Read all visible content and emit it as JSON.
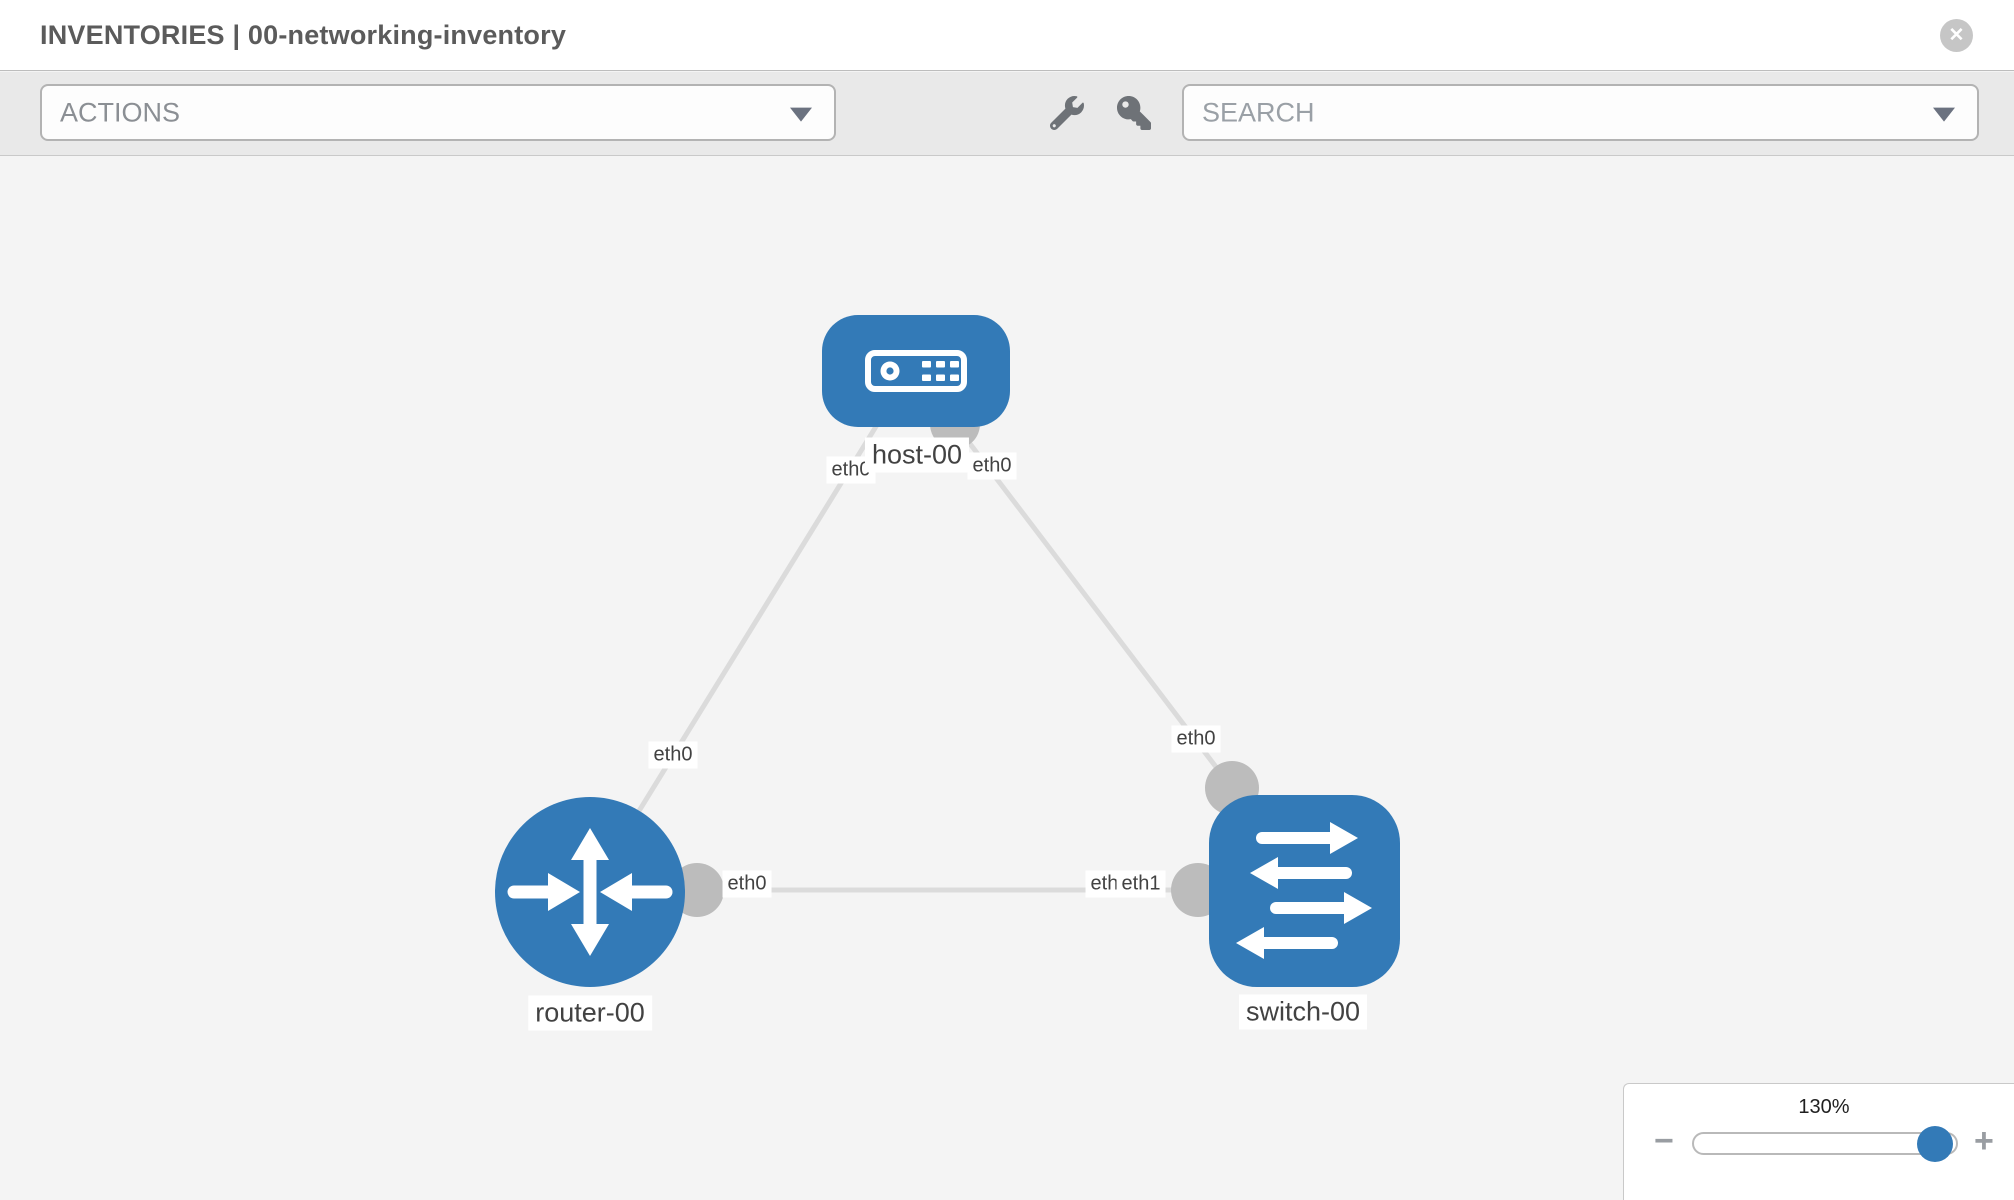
{
  "header": {
    "title": "INVENTORIES | 00-networking-inventory",
    "close_glyph": "✕"
  },
  "toolbar": {
    "actions_label": "ACTIONS",
    "search_label": "SEARCH",
    "icons": [
      "wrench-icon",
      "key-icon"
    ]
  },
  "topology": {
    "nodes": [
      {
        "label": "host-00",
        "type": "host",
        "icon": "host-icon"
      },
      {
        "label": "router-00",
        "type": "router",
        "icon": "router-icon"
      },
      {
        "label": "switch-00",
        "type": "switch",
        "icon": "switch-icon"
      }
    ],
    "links": [
      {
        "from": "host-00",
        "to": "router-00"
      },
      {
        "from": "host-00",
        "to": "switch-00"
      },
      {
        "from": "router-00",
        "to": "switch-00"
      }
    ],
    "interface_labels": {
      "host_left": "eth0",
      "host_right": "eth0",
      "host_router_link": "eth0",
      "router_right": "eth0",
      "host_switch_link": "eth0",
      "switch_left_back": "eth0",
      "switch_left_front": "eth1"
    }
  },
  "zoom": {
    "level": "130%",
    "minus_glyph": "−",
    "plus_glyph": "+"
  },
  "colors": {
    "node_blue": "#337ab7",
    "link_gray": "#dbdbdb",
    "port_gray": "#bcbcbc",
    "toolbar_bg": "#e9e9e9",
    "canvas_bg": "#f4f4f4"
  }
}
